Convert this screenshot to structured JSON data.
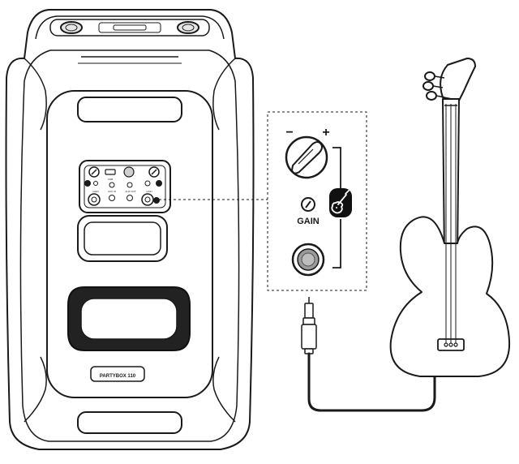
{
  "speaker": {
    "model_label": "PARTYBOX 110",
    "panel": {
      "usb_label": "USB",
      "aux_label": "AUX IN",
      "aux_out_label": "AUX OUT",
      "gain_label_left": "GAIN",
      "gain_label_right": "GAIN"
    }
  },
  "callout": {
    "minus_label": "−",
    "plus_label": "+",
    "gain_label": "GAIN"
  },
  "colors": {
    "line": "#1a1a1a",
    "fill": "#ffffff",
    "icon_badge": "#111111"
  },
  "icons": {
    "guitar_input": "guitar-icon",
    "gain_knob": "gain-knob-icon",
    "input_jack": "input-jack-icon",
    "cable_plug": "jack-plug-icon"
  }
}
